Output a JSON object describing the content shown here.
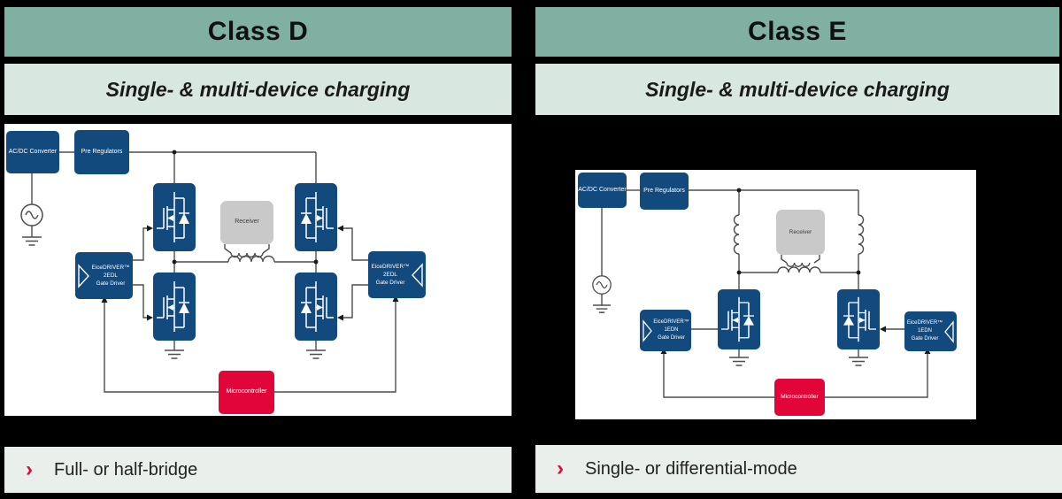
{
  "colors": {
    "header_bg": "#7FB0A2",
    "subtitle_bg": "#D8E7E0",
    "footer_bg": "#E9EFEB",
    "component_blue": "#134A7E",
    "accent_red": "#E2053A",
    "receiver_gray": "#C9C9C9",
    "wire_gray": "#4D4D4D"
  },
  "columns": [
    {
      "title": "Class D",
      "subtitle": "Single- & multi-device charging",
      "footer": {
        "bullet": "›",
        "text": "Full- or half-bridge"
      },
      "diagram": {
        "acdc_label": "AC/DC Converter",
        "prereg_label": "Pre Regulators",
        "receiver_label": "Receiver",
        "micro_label": "Microcontroller",
        "driver": {
          "line1": "EiceDRIVER™",
          "line2": "2EDL",
          "line3": "Gate Driver"
        }
      }
    },
    {
      "title": "Class E",
      "subtitle": "Single- & multi-device charging",
      "footer": {
        "bullet": "›",
        "text": "Single- or differential-mode"
      },
      "diagram": {
        "acdc_label": "AC/DC Converter",
        "prereg_label": "Pre Regulators",
        "receiver_label": "Receiver",
        "micro_label": "Microcontroller",
        "driver": {
          "line1": "EiceDRIVER™",
          "line2": "1EDN",
          "line3": "Gate Driver"
        }
      }
    }
  ]
}
